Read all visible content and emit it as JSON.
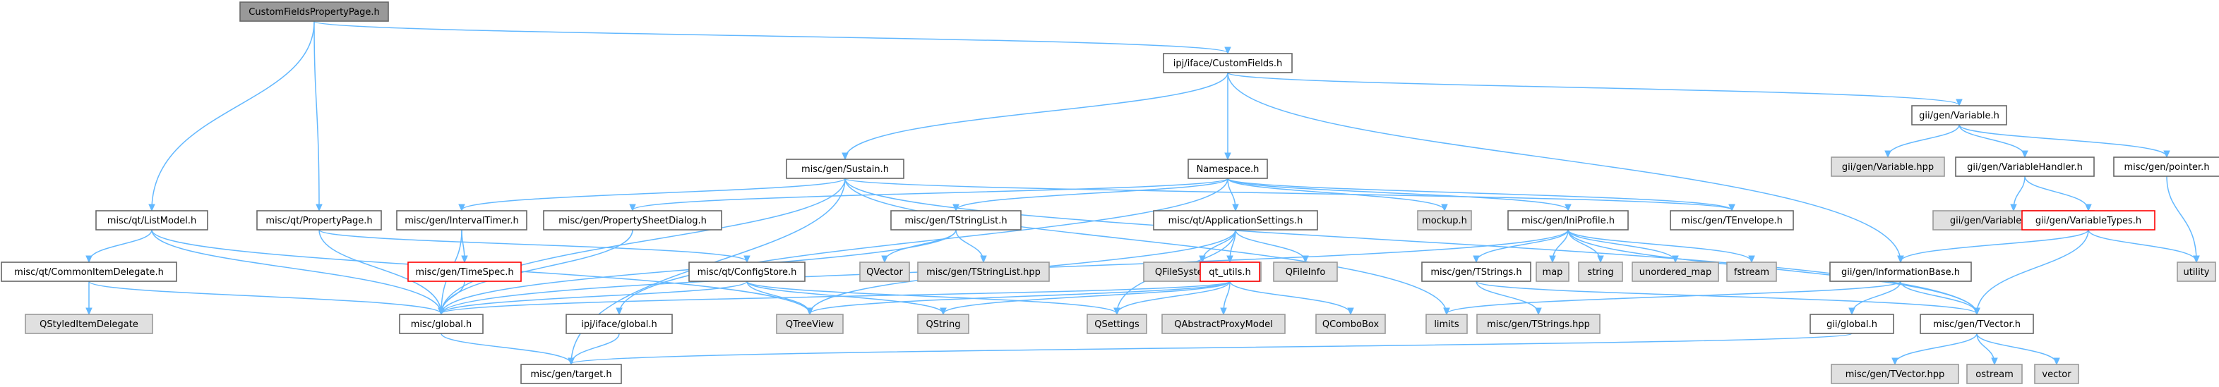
{
  "graph_title": "CustomFieldsPropertyPage.h",
  "colors": {
    "edge": "#63B8FF",
    "root_fill": "#999999",
    "root_border": "#666666",
    "file_fill": "#ffffff",
    "file_border": "#666666",
    "missing_fill": "#e0e0e0",
    "missing_border": "#999999",
    "cycle_border": "#ff0000"
  },
  "nodes": [
    {
      "id": "root",
      "label": "CustomFieldsPropertyPage.h",
      "kind": "root"
    },
    {
      "id": "ipj_customfields",
      "label": "ipj/iface/CustomFields.h",
      "kind": "file"
    },
    {
      "id": "listmodel",
      "label": "misc/qt/ListModel.h",
      "kind": "file"
    },
    {
      "id": "propertypage",
      "label": "misc/qt/PropertyPage.h",
      "kind": "file"
    },
    {
      "id": "sustain",
      "label": "misc/gen/Sustain.h",
      "kind": "file"
    },
    {
      "id": "namespace",
      "label": "Namespace.h",
      "kind": "file"
    },
    {
      "id": "variable",
      "label": "gii/gen/Variable.h",
      "kind": "file"
    },
    {
      "id": "variable_hpp",
      "label": "gii/gen/Variable.hpp",
      "kind": "missing"
    },
    {
      "id": "variablehandler",
      "label": "gii/gen/VariableHandler.h",
      "kind": "file"
    },
    {
      "id": "pointer",
      "label": "misc/gen/pointer.h",
      "kind": "file"
    },
    {
      "id": "variablehandler_hpp",
      "label": "gii/gen/VariableHandler.hpp",
      "kind": "missing"
    },
    {
      "id": "variabletypes",
      "label": "gii/gen/VariableTypes.h",
      "kind": "cycle"
    },
    {
      "id": "utility",
      "label": "utility",
      "kind": "missing"
    },
    {
      "id": "commonitemdelegate",
      "label": "misc/qt/CommonItemDelegate.h",
      "kind": "file"
    },
    {
      "id": "qstyleditemdelegate",
      "label": "QStyledItemDelegate",
      "kind": "missing"
    },
    {
      "id": "intervaltimer",
      "label": "misc/gen/IntervalTimer.h",
      "kind": "file"
    },
    {
      "id": "timespec",
      "label": "misc/gen/TimeSpec.h",
      "kind": "cycle"
    },
    {
      "id": "propsheetdialog",
      "label": "misc/gen/PropertySheetDialog.h",
      "kind": "file"
    },
    {
      "id": "tstringlist",
      "label": "misc/gen/TStringList.h",
      "kind": "file"
    },
    {
      "id": "qvector",
      "label": "QVector",
      "kind": "missing"
    },
    {
      "id": "tstringlist_hpp",
      "label": "misc/gen/TStringList.hpp",
      "kind": "missing"
    },
    {
      "id": "appsettings",
      "label": "misc/qt/ApplicationSettings.h",
      "kind": "file"
    },
    {
      "id": "mockup",
      "label": "mockup.h",
      "kind": "missing"
    },
    {
      "id": "iniprofile",
      "label": "misc/gen/IniProfile.h",
      "kind": "file"
    },
    {
      "id": "tenvelope",
      "label": "misc/gen/TEnvelope.h",
      "kind": "file"
    },
    {
      "id": "configstore",
      "label": "misc/qt/ConfigStore.h",
      "kind": "file"
    },
    {
      "id": "qfilesystemwatcher",
      "label": "QFileSystemWatcher",
      "kind": "missing"
    },
    {
      "id": "qt_utils",
      "label": "qt_utils.h",
      "kind": "cycle"
    },
    {
      "id": "qfileinfo",
      "label": "QFileInfo",
      "kind": "missing"
    },
    {
      "id": "tstrings",
      "label": "misc/gen/TStrings.h",
      "kind": "file"
    },
    {
      "id": "map",
      "label": "map",
      "kind": "missing"
    },
    {
      "id": "string",
      "label": "string",
      "kind": "missing"
    },
    {
      "id": "unordered_map",
      "label": "unordered_map",
      "kind": "missing"
    },
    {
      "id": "fstream",
      "label": "fstream",
      "kind": "missing"
    },
    {
      "id": "informationbase",
      "label": "gii/gen/InformationBase.h",
      "kind": "file"
    },
    {
      "id": "misc_global",
      "label": "misc/global.h",
      "kind": "file"
    },
    {
      "id": "ipj_global",
      "label": "ipj/iface/global.h",
      "kind": "file"
    },
    {
      "id": "qtreeview",
      "label": "QTreeView",
      "kind": "missing"
    },
    {
      "id": "qstring",
      "label": "QString",
      "kind": "missing"
    },
    {
      "id": "qsettings",
      "label": "QSettings",
      "kind": "missing"
    },
    {
      "id": "qabstractproxymodel",
      "label": "QAbstractProxyModel",
      "kind": "missing"
    },
    {
      "id": "qcombobox",
      "label": "QComboBox",
      "kind": "missing"
    },
    {
      "id": "limits",
      "label": "limits",
      "kind": "missing"
    },
    {
      "id": "tstrings_hpp",
      "label": "misc/gen/TStrings.hpp",
      "kind": "missing"
    },
    {
      "id": "gii_global",
      "label": "gii/global.h",
      "kind": "file"
    },
    {
      "id": "tvector",
      "label": "misc/gen/TVector.h",
      "kind": "file"
    },
    {
      "id": "target",
      "label": "misc/gen/target.h",
      "kind": "file"
    },
    {
      "id": "tvector_hpp",
      "label": "misc/gen/TVector.hpp",
      "kind": "missing"
    },
    {
      "id": "ostream",
      "label": "ostream",
      "kind": "missing"
    },
    {
      "id": "vector",
      "label": "vector",
      "kind": "missing"
    }
  ],
  "edges": [
    [
      "root",
      "ipj_customfields"
    ],
    [
      "root",
      "listmodel"
    ],
    [
      "root",
      "propertypage"
    ],
    [
      "ipj_customfields",
      "sustain"
    ],
    [
      "ipj_customfields",
      "namespace"
    ],
    [
      "ipj_customfields",
      "variable"
    ],
    [
      "ipj_customfields",
      "informationbase"
    ],
    [
      "variable",
      "variable_hpp"
    ],
    [
      "variable",
      "variablehandler"
    ],
    [
      "variable",
      "pointer"
    ],
    [
      "variablehandler",
      "variablehandler_hpp"
    ],
    [
      "variablehandler",
      "variabletypes"
    ],
    [
      "pointer",
      "utility"
    ],
    [
      "variabletypes",
      "utility"
    ],
    [
      "variabletypes",
      "informationbase"
    ],
    [
      "variabletypes",
      "tvector"
    ],
    [
      "listmodel",
      "commonitemdelegate"
    ],
    [
      "listmodel",
      "misc_global"
    ],
    [
      "listmodel",
      "qtreeview"
    ],
    [
      "commonitemdelegate",
      "qstyleditemdelegate"
    ],
    [
      "commonitemdelegate",
      "misc_global"
    ],
    [
      "propertypage",
      "misc_global"
    ],
    [
      "propertypage",
      "configstore"
    ],
    [
      "sustain",
      "intervaltimer"
    ],
    [
      "sustain",
      "misc_global"
    ],
    [
      "sustain",
      "target"
    ],
    [
      "sustain",
      "limits"
    ],
    [
      "sustain",
      "tvector"
    ],
    [
      "sustain",
      "tenvelope"
    ],
    [
      "intervaltimer",
      "timespec"
    ],
    [
      "intervaltimer",
      "misc_global"
    ],
    [
      "timespec",
      "misc_global"
    ],
    [
      "namespace",
      "propsheetdialog"
    ],
    [
      "namespace",
      "tstringlist"
    ],
    [
      "namespace",
      "appsettings"
    ],
    [
      "namespace",
      "mockup"
    ],
    [
      "namespace",
      "iniprofile"
    ],
    [
      "namespace",
      "tenvelope"
    ],
    [
      "namespace",
      "ipj_global"
    ],
    [
      "propsheetdialog",
      "misc_global"
    ],
    [
      "tstringlist",
      "qvector"
    ],
    [
      "tstringlist",
      "tstringlist_hpp"
    ],
    [
      "tstringlist",
      "misc_global"
    ],
    [
      "appsettings",
      "qfilesystemwatcher"
    ],
    [
      "appsettings",
      "qt_utils"
    ],
    [
      "appsettings",
      "qfileinfo"
    ],
    [
      "appsettings",
      "qsettings"
    ],
    [
      "appsettings",
      "qtreeview"
    ],
    [
      "configstore",
      "misc_global"
    ],
    [
      "configstore",
      "qtreeview"
    ],
    [
      "configstore",
      "qstring"
    ],
    [
      "configstore",
      "qsettings"
    ],
    [
      "qt_utils",
      "misc_global"
    ],
    [
      "qt_utils",
      "qtreeview"
    ],
    [
      "qt_utils",
      "qstring"
    ],
    [
      "qt_utils",
      "qsettings"
    ],
    [
      "qt_utils",
      "qabstractproxymodel"
    ],
    [
      "qt_utils",
      "qcombobox"
    ],
    [
      "iniprofile",
      "tstrings"
    ],
    [
      "iniprofile",
      "map"
    ],
    [
      "iniprofile",
      "string"
    ],
    [
      "iniprofile",
      "unordered_map"
    ],
    [
      "iniprofile",
      "fstream"
    ],
    [
      "iniprofile",
      "tvector"
    ],
    [
      "iniprofile",
      "misc_global"
    ],
    [
      "tstrings",
      "tstrings_hpp"
    ],
    [
      "tstrings",
      "tvector"
    ],
    [
      "informationbase",
      "limits"
    ],
    [
      "informationbase",
      "gii_global"
    ],
    [
      "informationbase",
      "tvector"
    ],
    [
      "gii_global",
      "target"
    ],
    [
      "misc_global",
      "target"
    ],
    [
      "ipj_global",
      "target"
    ],
    [
      "tvector",
      "tvector_hpp"
    ],
    [
      "tvector",
      "ostream"
    ],
    [
      "tvector",
      "vector"
    ]
  ]
}
